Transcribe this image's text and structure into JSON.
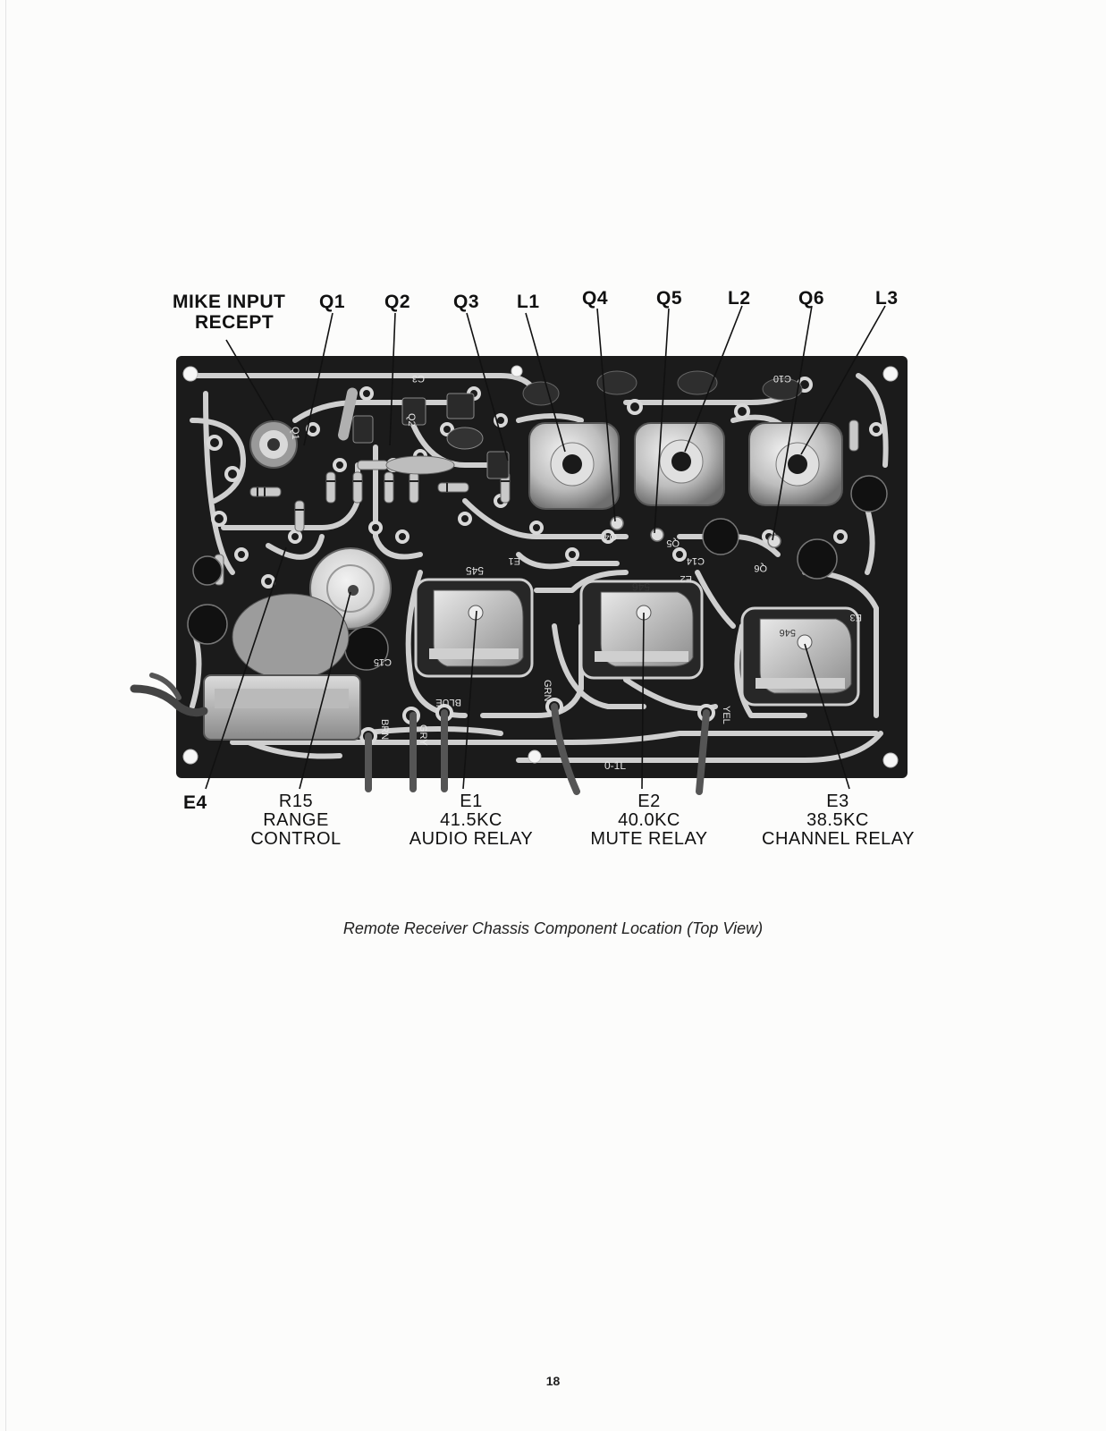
{
  "top_labels": {
    "mike_input": [
      "MIKE INPUT",
      "RECEPT"
    ],
    "q1": "Q1",
    "q2": "Q2",
    "q3": "Q3",
    "l1": "L1",
    "q4": "Q4",
    "q5": "Q5",
    "l2": "L2",
    "q6": "Q6",
    "l3": "L3"
  },
  "bottom_labels": {
    "e4": "E4",
    "r15": [
      "R15",
      "RANGE",
      "CONTROL"
    ],
    "e1": [
      "E1",
      "41.5KC",
      "AUDIO RELAY"
    ],
    "e2": [
      "E2",
      "40.0KC",
      "MUTE RELAY"
    ],
    "e3": [
      "E3",
      "38.5KC",
      "CHANNEL RELAY"
    ]
  },
  "board_markings": {
    "relay_1_code": "545",
    "relay_2_code": "546",
    "relay_3_code": "546",
    "wire_blue": "BLUE",
    "wire_grn": "GRN",
    "wire_yel": "YEL",
    "wire_brn": "BRN",
    "wire_gry": "GRY",
    "board_id": "0-1L",
    "c3": "C3",
    "c10": "C10",
    "c14": "C14",
    "c15": "C15",
    "q1_mark": "Q1",
    "q2_mark": "Q2",
    "q4_mark": "Q4",
    "q5_mark": "Q5",
    "q6_mark": "Q6",
    "e1_mark": "E1",
    "e2_mark": "E2",
    "e3_mark": "E3"
  },
  "caption": "Remote Receiver Chassis Component Location (Top View)",
  "page_number": "18"
}
